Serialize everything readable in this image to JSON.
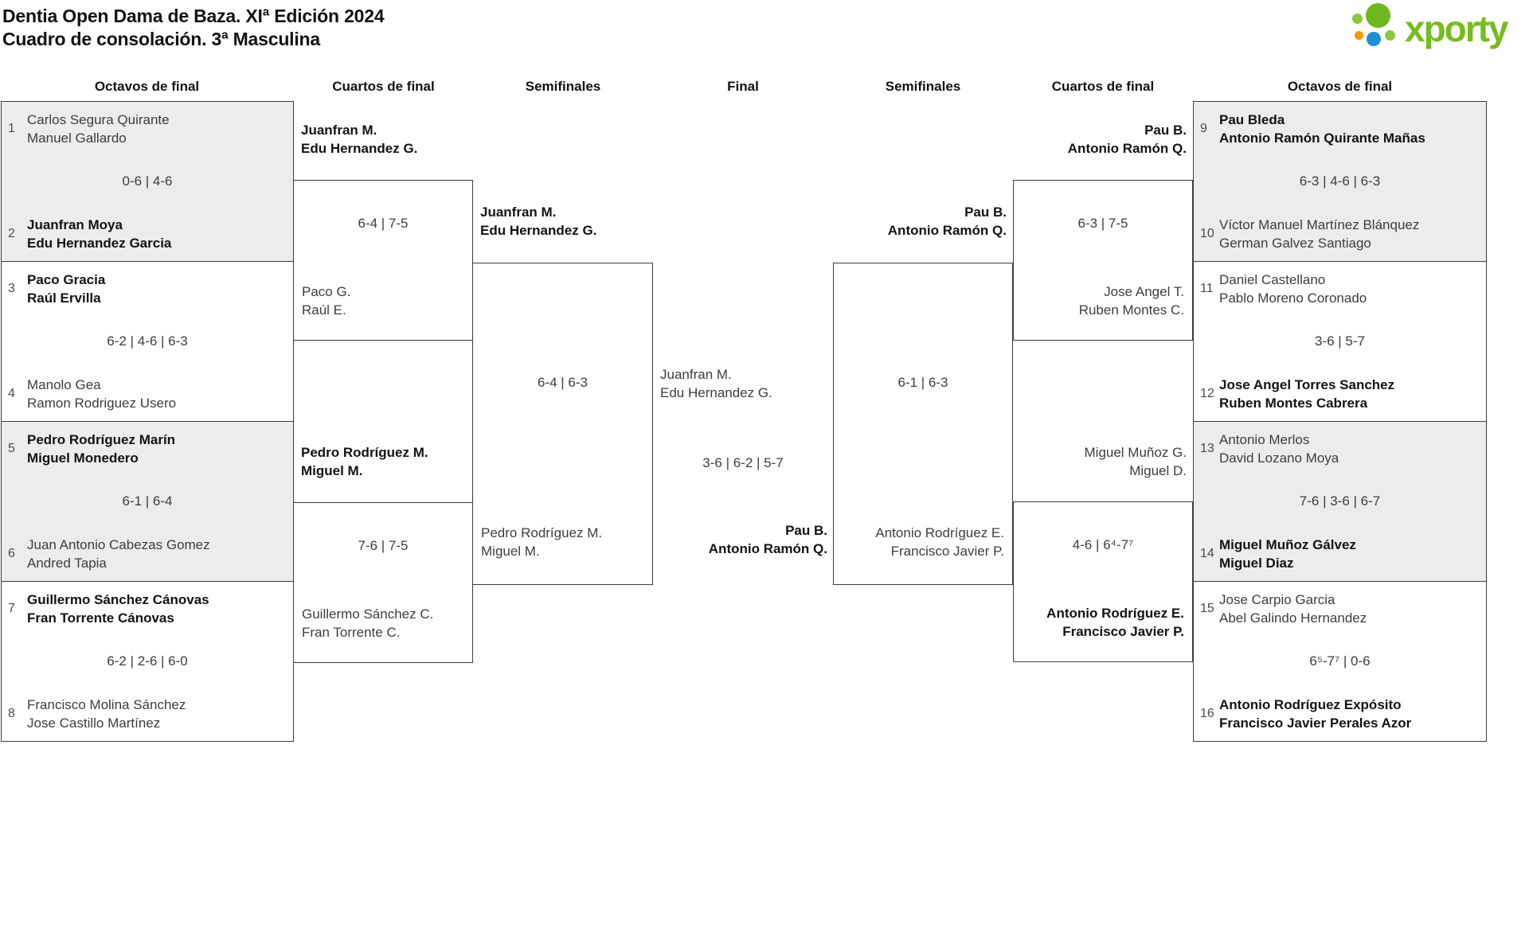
{
  "header": {
    "title_line1": "Dentia Open Dama de Baza. XIª Edición 2024",
    "title_line2": "Cuadro de consolación. 3ª Masculina",
    "logo_text": "xporty",
    "brand_colors": {
      "green": "#76bc1f",
      "light_green": "#8dc63f",
      "blue": "#1e8fd5",
      "orange": "#f59b00"
    }
  },
  "rounds": [
    "Octavos de final",
    "Cuartos de final",
    "Semifinales",
    "Final",
    "Semifinales",
    "Cuartos de final",
    "Octavos de final"
  ],
  "r16_left": [
    {
      "seed_top": "1",
      "team_top": [
        "Carlos Segura Quirante",
        "Manuel Gallardo"
      ],
      "top_winner": false,
      "score": "0-6 | 4-6",
      "seed_bottom": "2",
      "team_bottom": [
        "Juanfran Moya",
        "Edu Hernandez Garcia"
      ],
      "bottom_winner": true
    },
    {
      "seed_top": "3",
      "team_top": [
        "Paco Gracia",
        "Raúl Ervilla"
      ],
      "top_winner": true,
      "score": "6-2 | 4-6 | 6-3",
      "seed_bottom": "4",
      "team_bottom": [
        "Manolo Gea",
        "Ramon Rodriguez Usero"
      ],
      "bottom_winner": false
    },
    {
      "seed_top": "5",
      "team_top": [
        "Pedro Rodríguez Marín",
        "Miguel Monedero"
      ],
      "top_winner": true,
      "score": "6-1 | 6-4",
      "seed_bottom": "6",
      "team_bottom": [
        "Juan Antonio Cabezas Gomez",
        "Andred Tapia"
      ],
      "bottom_winner": false
    },
    {
      "seed_top": "7",
      "team_top": [
        "Guillermo Sánchez Cánovas",
        "Fran Torrente Cánovas"
      ],
      "top_winner": true,
      "score": "6-2 | 2-6 | 6-0",
      "seed_bottom": "8",
      "team_bottom": [
        "Francisco Molina Sánchez",
        "Jose Castillo Martínez"
      ],
      "bottom_winner": false
    }
  ],
  "r16_right": [
    {
      "seed_top": "9",
      "team_top": [
        "Pau Bleda",
        "Antonio Ramón Quirante Mañas"
      ],
      "top_winner": true,
      "score": "6-3 | 4-6 | 6-3",
      "seed_bottom": "10",
      "team_bottom": [
        "Víctor Manuel Martínez Blánquez",
        "German Galvez Santiago"
      ],
      "bottom_winner": false
    },
    {
      "seed_top": "11",
      "team_top": [
        "Daniel Castellano",
        "Pablo Moreno Coronado"
      ],
      "top_winner": false,
      "score": "3-6 | 5-7",
      "seed_bottom": "12",
      "team_bottom": [
        "Jose Angel Torres Sanchez",
        "Ruben Montes Cabrera"
      ],
      "bottom_winner": true
    },
    {
      "seed_top": "13",
      "team_top": [
        "Antonio Merlos",
        "David Lozano Moya"
      ],
      "top_winner": false,
      "score": "7-6 | 3-6 | 6-7",
      "seed_bottom": "14",
      "team_bottom": [
        "Miguel Muñoz Gálvez",
        "Miguel Diaz"
      ],
      "bottom_winner": true
    },
    {
      "seed_top": "15",
      "team_top": [
        "Jose Carpio Garcia",
        "Abel Galindo Hernandez"
      ],
      "top_winner": false,
      "score": "6⁵-7⁷ | 0-6",
      "seed_bottom": "16",
      "team_bottom": [
        "Antonio Rodríguez Expósito",
        "Francisco Javier Perales Azor"
      ],
      "bottom_winner": true
    }
  ],
  "qf_left": [
    {
      "top_team": [
        "Juanfran M.",
        "Edu Hernandez G."
      ],
      "top_winner": true,
      "score": "6-4 | 7-5",
      "bottom_team": [
        "Paco G.",
        "Raúl E."
      ],
      "bottom_winner": false
    },
    {
      "top_team": [
        "Pedro Rodríguez M.",
        "Miguel M."
      ],
      "top_winner": true,
      "score": "7-6 | 7-5",
      "bottom_team": [
        "Guillermo Sánchez C.",
        "Fran Torrente C."
      ],
      "bottom_winner": false
    }
  ],
  "qf_right": [
    {
      "top_team": [
        "Pau B.",
        "Antonio Ramón Q."
      ],
      "top_winner": true,
      "score": "6-3 | 7-5",
      "bottom_team": [
        "Jose Angel T.",
        "Ruben Montes C."
      ],
      "bottom_winner": false
    },
    {
      "top_team": [
        "Miguel Muñoz G.",
        "Miguel D."
      ],
      "top_winner": false,
      "score": "4-6 | 6⁴-7⁷",
      "bottom_team": [
        "Antonio Rodríguez E.",
        "Francisco Javier P."
      ],
      "bottom_winner": true
    }
  ],
  "sf_left": {
    "top_team": [
      "Juanfran M.",
      "Edu Hernandez G."
    ],
    "top_winner": true,
    "score": "6-4 | 6-3",
    "bottom_team": [
      "Pedro Rodríguez M.",
      "Miguel M."
    ],
    "bottom_winner": false
  },
  "sf_right": {
    "top_team": [
      "Pau B.",
      "Antonio Ramón Q."
    ],
    "top_winner": true,
    "score": "6-1 | 6-3",
    "bottom_team": [
      "Antonio Rodríguez E.",
      "Francisco Javier P."
    ],
    "bottom_winner": false
  },
  "final": {
    "left_team": [
      "Juanfran M.",
      "Edu Hernandez G."
    ],
    "left_winner": false,
    "score": "3-6 | 6-2 | 5-7",
    "right_team": [
      "Pau B.",
      "Antonio Ramón Q."
    ],
    "right_winner": true
  }
}
